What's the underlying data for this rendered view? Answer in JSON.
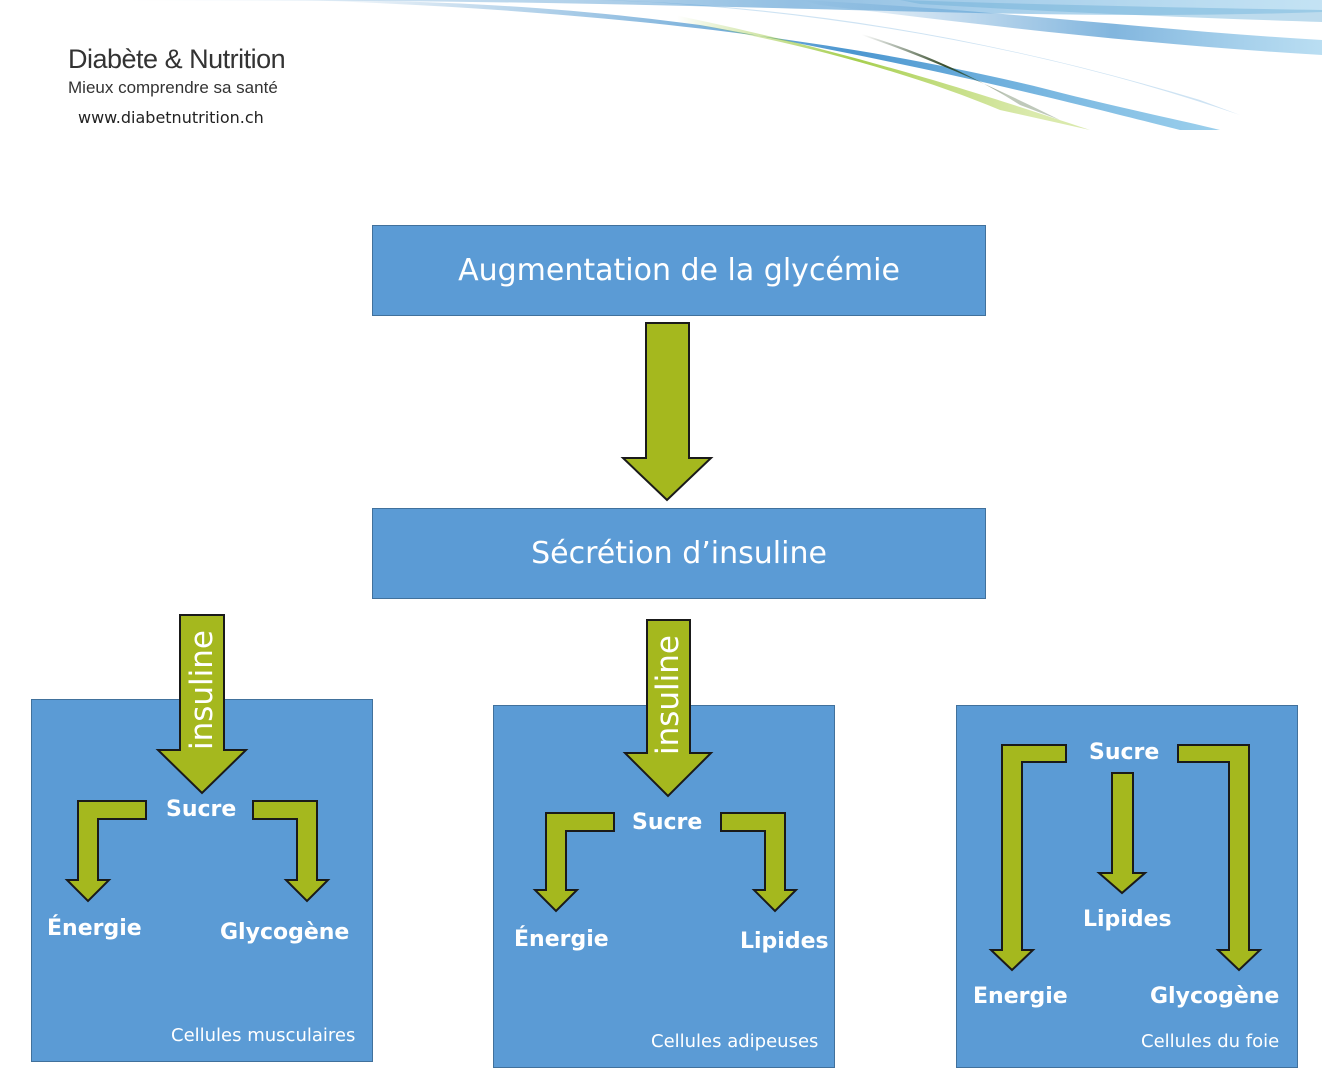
{
  "header": {
    "brand_title": "Diabète & Nutrition",
    "brand_subtitle": "Mieux comprendre sa santé",
    "brand_url": "www.diabetnutrition.ch"
  },
  "flow": {
    "step1": "Augmentation de la glycémie",
    "step2": "Sécrétion d’insuline"
  },
  "panels": [
    {
      "cell_label": "Cellules musculaires",
      "arrow_label": "insuline",
      "source": "Sucre",
      "outputs": [
        "Énergie",
        "Glycogène"
      ]
    },
    {
      "cell_label": "Cellules adipeuses",
      "arrow_label": "insuline",
      "source": "Sucre",
      "outputs": [
        "Énergie",
        "Lipides"
      ]
    },
    {
      "cell_label": "Cellules du foie",
      "source": "Sucre",
      "outputs": [
        "Lipides",
        "Energie",
        "Glycogène"
      ]
    }
  ],
  "colors": {
    "box_fill": "#5b9bd5",
    "box_border": "#41719c",
    "arrow_fill": "#a5b81e",
    "arrow_border": "#1a1a1a"
  }
}
